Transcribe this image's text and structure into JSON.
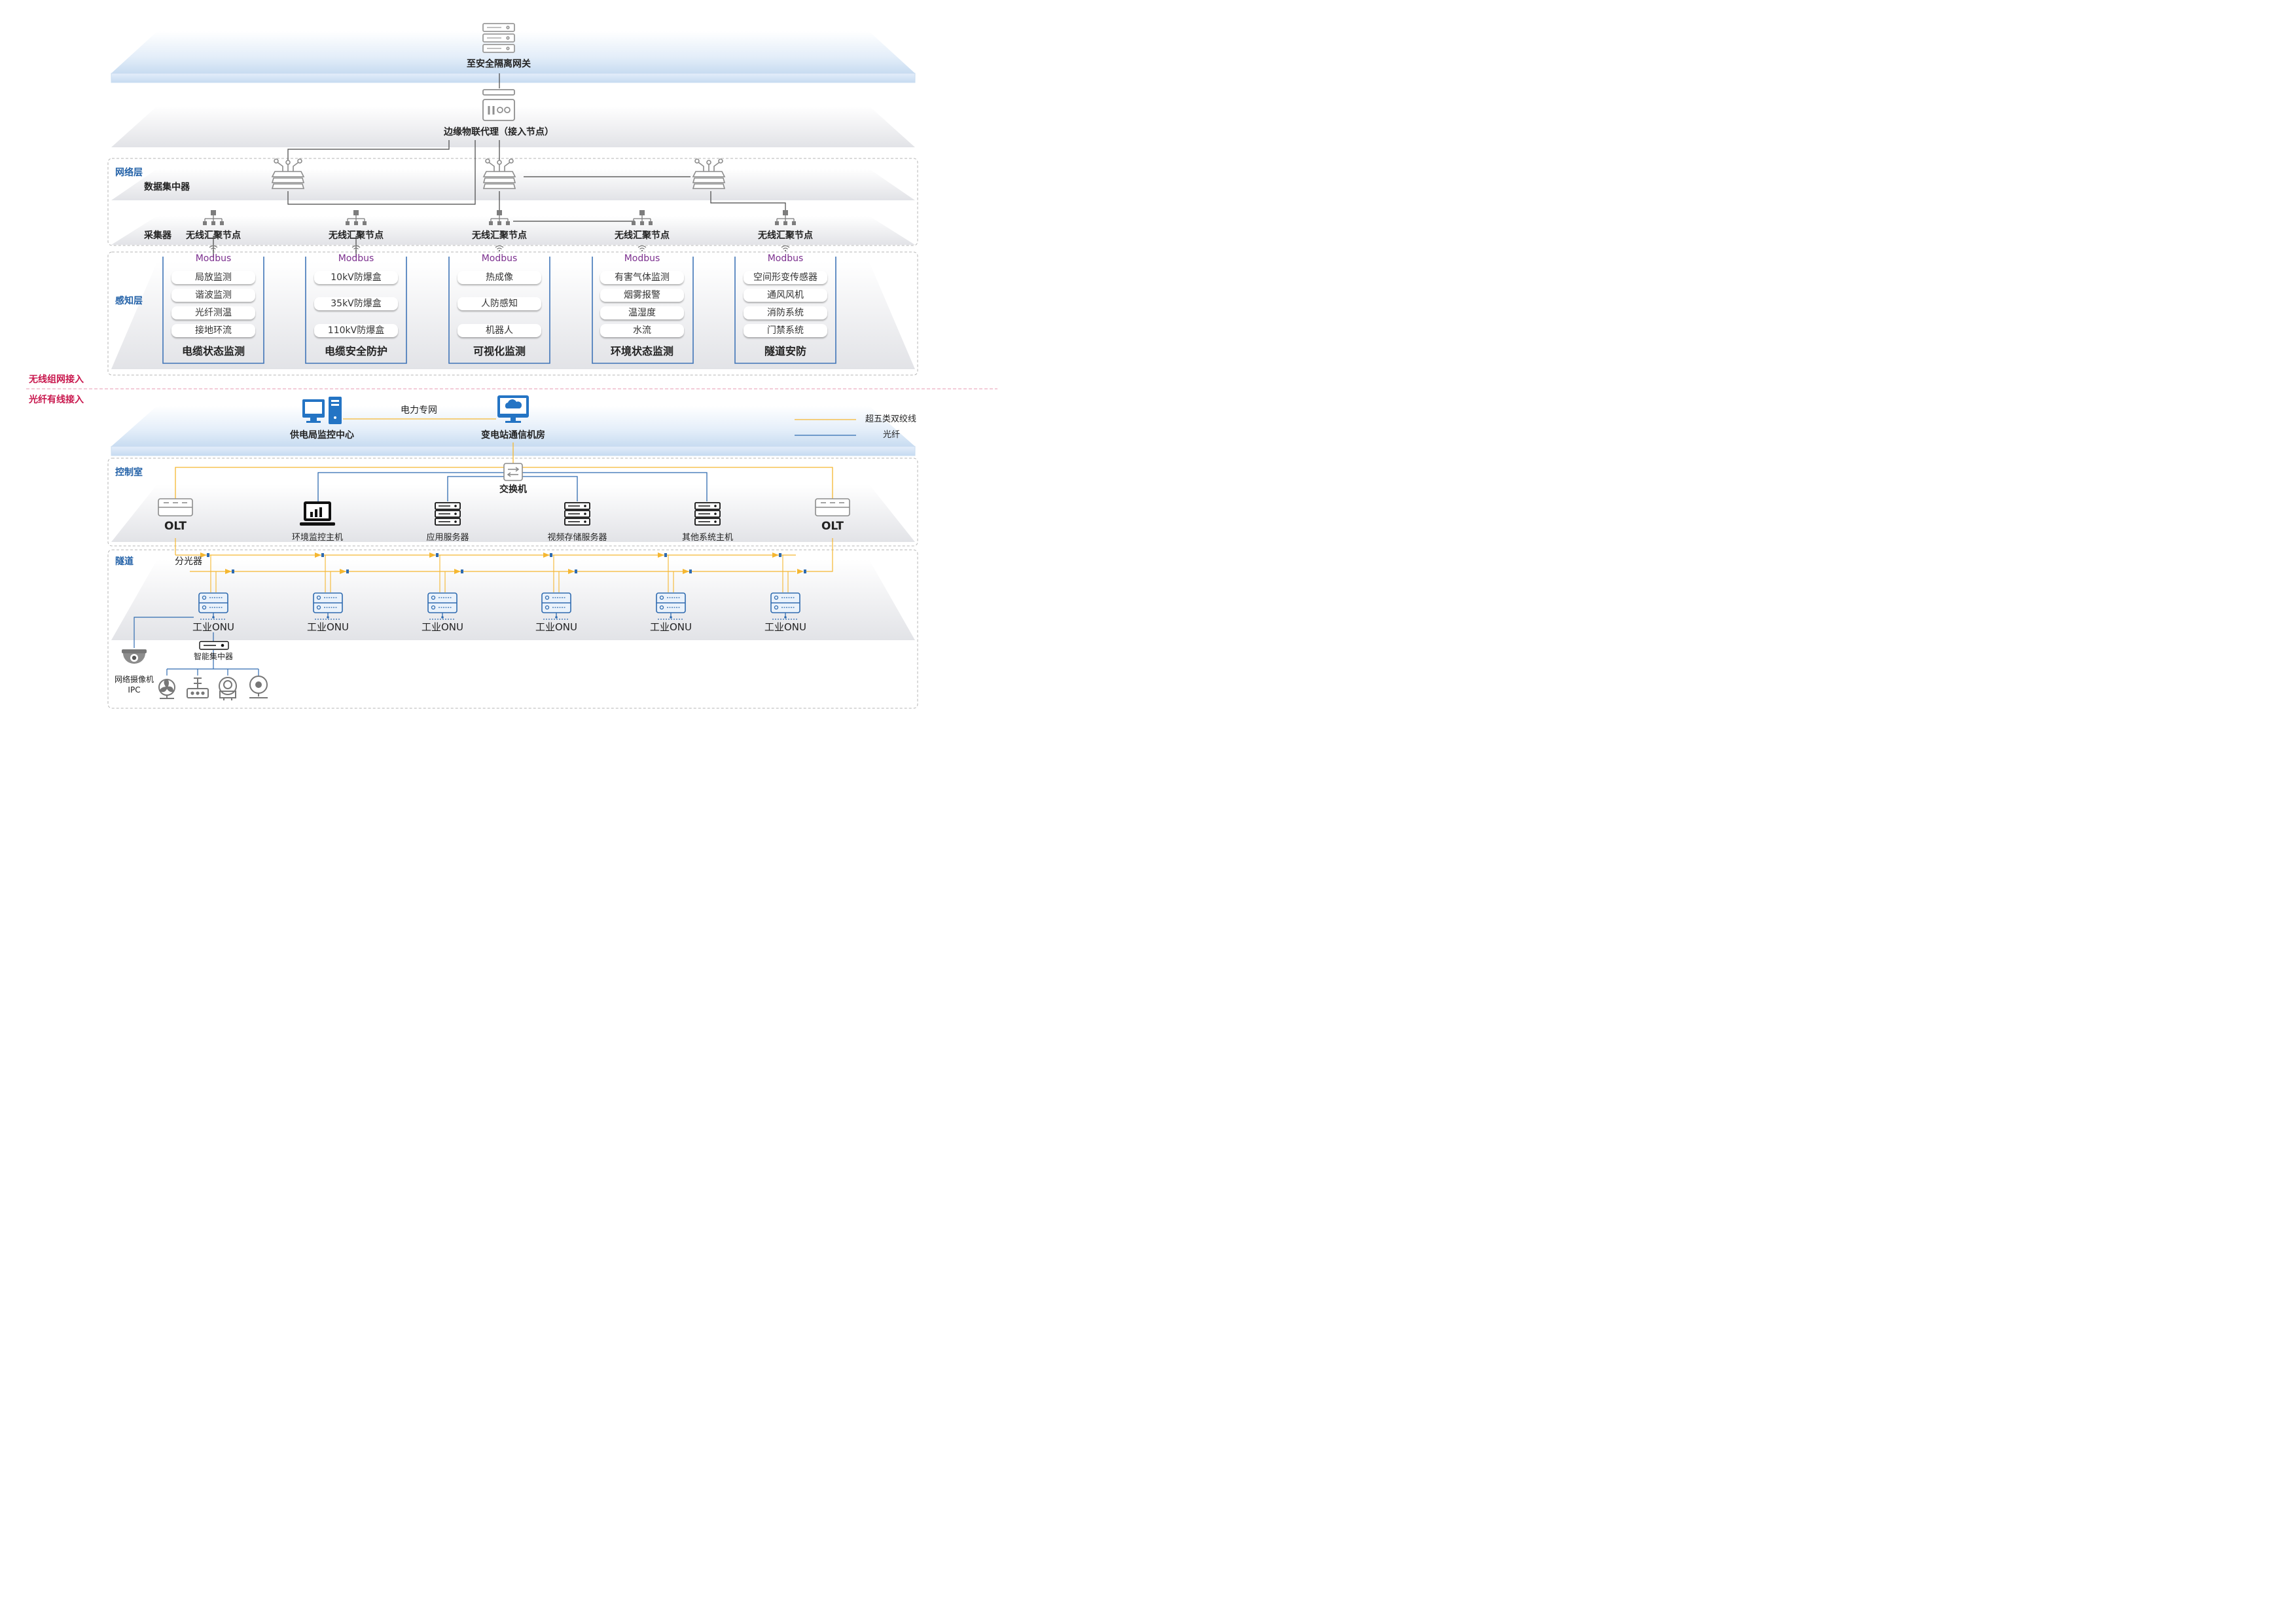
{
  "top": {
    "gateway": "至安全隔离网关",
    "edge_agent": "边缘物联代理（接入节点）"
  },
  "network_layer": {
    "title": "网络层",
    "concentrator": "数据集中器",
    "collector": "采集器",
    "node_label": "无线汇聚节点"
  },
  "perception_layer": {
    "title": "感知层",
    "protocol": "Modbus",
    "groups": [
      {
        "items": [
          "局放监测",
          "谐波监测",
          "光纤测温",
          "接地环流"
        ],
        "title": "电缆状态监测"
      },
      {
        "items": [
          "10kV防爆盒",
          "35kV防爆盒",
          "110kV防爆盒"
        ],
        "title": "电缆安全防护"
      },
      {
        "items": [
          "热成像",
          "人防感知",
          "机器人"
        ],
        "title": "可视化监测"
      },
      {
        "items": [
          "有害气体监测",
          "烟雾报警",
          "温湿度",
          "水流"
        ],
        "title": "环境状态监测"
      },
      {
        "items": [
          "空间形变传感器",
          "通风风机",
          "消防系统",
          "门禁系统"
        ],
        "title": "隧道安防"
      }
    ]
  },
  "divider": {
    "wireless": "无线组网接入",
    "fiber": "光纤有线接入"
  },
  "center": {
    "monitor_center": "供电局监控中心",
    "private_net": "电力专网",
    "substation": "变电站通信机房"
  },
  "legend": {
    "twisted_pair": "超五类双绞线",
    "fiber": "光纤"
  },
  "control_room": {
    "title": "控制室",
    "switch": "交换机",
    "olt": "OLT",
    "devices": [
      "环境监控主机",
      "应用服务器",
      "视频存储服务器",
      "其他系统主机"
    ]
  },
  "tunnel": {
    "title": "隧道",
    "splitter": "分光器",
    "onu": "工业ONU",
    "smart_concentrator": "智能集中器",
    "camera": "网络摄像机",
    "ipc": "IPC"
  },
  "colors": {
    "orange": "#f5b731",
    "blue": "#2f6bb0",
    "layer_blue": "#2462a8",
    "purple": "#7b2f8e",
    "red": "#c8174d"
  }
}
